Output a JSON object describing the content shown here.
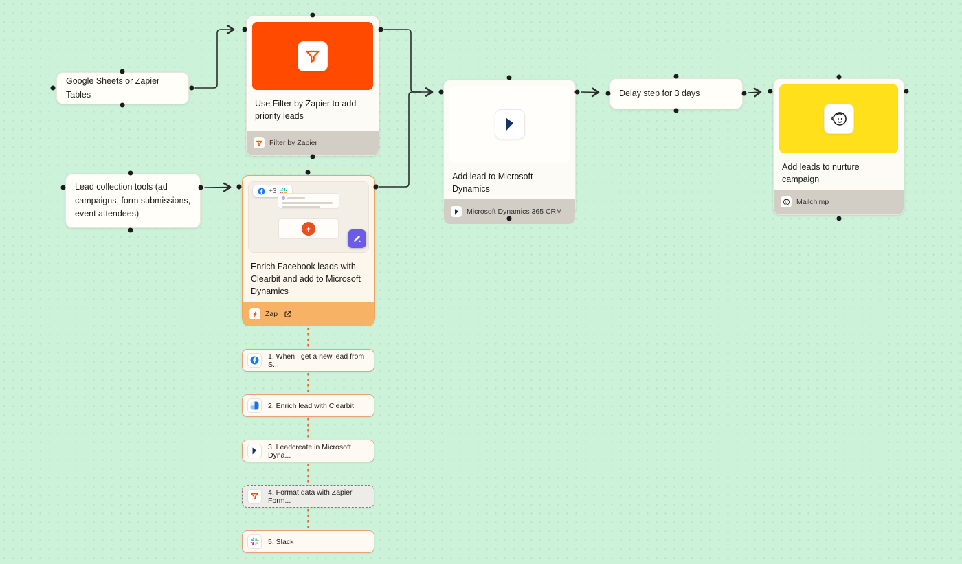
{
  "colors": {
    "canvas_bg": "#ccf2da",
    "zapier_orange": "#ff4a00",
    "zap_footer_orange": "#f7b266",
    "footer_gray": "#d2cec5",
    "mailchimp_yellow": "#ffe01b",
    "connector_dark": "#2d2d2d",
    "dashed_connector_orange": "#e56a35",
    "edit_button_purple": "#6c5be8"
  },
  "nodes": {
    "google_sheets": {
      "label": "Google Sheets or Zapier Tables"
    },
    "lead_collection": {
      "label": "Lead collection tools (ad campaigns, form submissions, event attendees)"
    },
    "delay": {
      "label": "Delay step for 3 days"
    },
    "filter": {
      "title": "Use Filter by Zapier to add priority leads",
      "footer_label": "Filter by Zapier"
    },
    "dynamics": {
      "title": "Add lead to Microsoft Dynamics",
      "footer_label": "Microsoft Dynamics 365 CRM"
    },
    "mailchimp": {
      "title": "Add leads to nurture campaign",
      "footer_label": "Mailchimp"
    },
    "zap": {
      "title": "Enrich Facebook leads with Clearbit and add to Microsoft Dynamics",
      "footer_label": "Zap",
      "apps_badge": "+3"
    }
  },
  "zap_steps": [
    {
      "label": "1. When I get a new lead from S...",
      "app": "facebook"
    },
    {
      "label": "2. Enrich lead with Clearbit",
      "app": "clearbit"
    },
    {
      "label": "3. Leadcreate in Microsoft Dyna...",
      "app": "microsoft-dynamics"
    },
    {
      "label": "4. Format data with Zapier Form...",
      "app": "zapier-formatter"
    },
    {
      "label": "5. Slack",
      "app": "slack"
    }
  ]
}
